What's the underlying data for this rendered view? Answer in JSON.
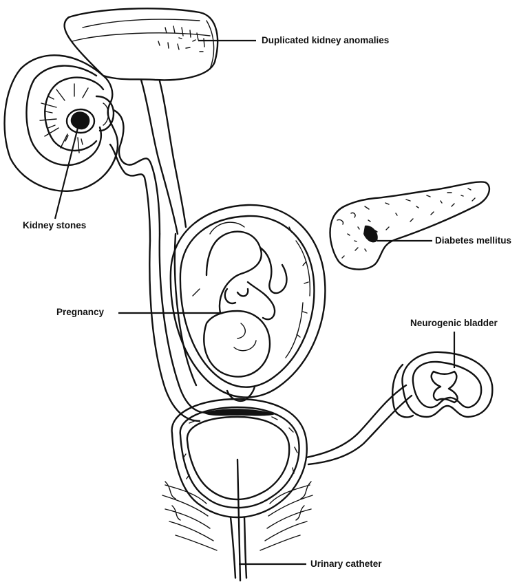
{
  "labels": {
    "duplicated_kidney": "Duplicated kidney anomalies",
    "kidney_stones": "Kidney stones",
    "diabetes": "Diabetes mellitus",
    "pregnancy": "Pregnancy",
    "neurogenic_bladder": "Neurogenic bladder",
    "urinary_catheter": "Urinary catheter"
  },
  "colors": {
    "ink": "#111111",
    "background": "#ffffff"
  }
}
